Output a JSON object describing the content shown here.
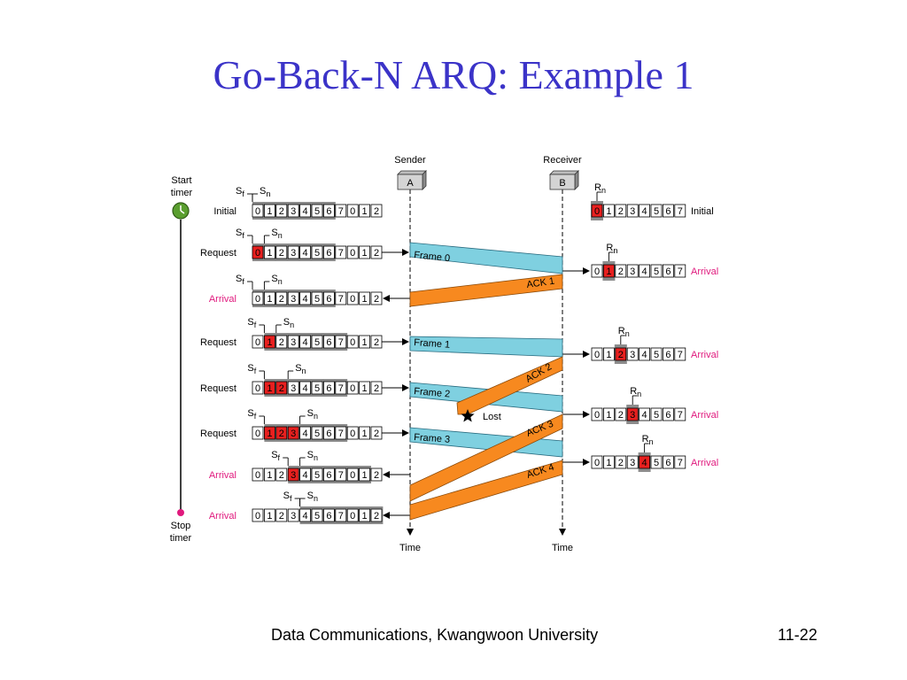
{
  "slide": {
    "title": "Go-Back-N ARQ: Example 1",
    "footer": "Data Communications, Kwangwoon University",
    "page_number": "11-22"
  },
  "diagram": {
    "sender_label": "Sender",
    "receiver_label": "Receiver",
    "sender_station": "A",
    "receiver_station": "B",
    "time_label": "Time",
    "start_timer": [
      "Start",
      "timer"
    ],
    "stop_timer": [
      "Stop",
      "timer"
    ],
    "sf_label": "S",
    "sf_sub": "f",
    "sn_label": "S",
    "sn_sub": "n",
    "rn_label": "R",
    "rn_sub": "n",
    "lost_label": "Lost",
    "sender_sequence": [
      "0",
      "1",
      "2",
      "3",
      "4",
      "5",
      "6",
      "7",
      "0",
      "1",
      "2"
    ],
    "receiver_sequence": [
      "0",
      "1",
      "2",
      "3",
      "4",
      "5",
      "6",
      "7"
    ],
    "sender_rows": [
      {
        "label": "Initial",
        "label_color": "#000000",
        "sf": 0,
        "sn": 0,
        "filled": []
      },
      {
        "label": "Request",
        "label_color": "#000000",
        "sf": 0,
        "sn": 1,
        "filled": [
          0
        ]
      },
      {
        "label": "Arrival",
        "label_color": "#e0197d",
        "sf": 0,
        "sn": 1,
        "filled": []
      },
      {
        "label": "Request",
        "label_color": "#000000",
        "sf": 1,
        "sn": 2,
        "filled": [
          1
        ]
      },
      {
        "label": "Request",
        "label_color": "#000000",
        "sf": 1,
        "sn": 3,
        "filled": [
          1,
          2
        ]
      },
      {
        "label": "Request",
        "label_color": "#000000",
        "sf": 1,
        "sn": 4,
        "filled": [
          1,
          2,
          3
        ]
      },
      {
        "label": "Arrival",
        "label_color": "#e0197d",
        "sf": 3,
        "sn": 4,
        "filled": [
          3
        ]
      },
      {
        "label": "Arrival",
        "label_color": "#e0197d",
        "sf": 4,
        "sn": 4,
        "filled": []
      }
    ],
    "receiver_rows": [
      {
        "label": "Initial",
        "label_color": "#000000",
        "rn": 0
      },
      {
        "label": "Arrival",
        "label_color": "#e0197d",
        "rn": 1
      },
      {
        "label": "Arrival",
        "label_color": "#e0197d",
        "rn": 2
      },
      {
        "label": "Arrival",
        "label_color": "#e0197d",
        "rn": 3
      },
      {
        "label": "Arrival",
        "label_color": "#e0197d",
        "rn": 4
      }
    ],
    "frames": [
      "Frame 0",
      "Frame 1",
      "Frame 2",
      "Frame 3"
    ],
    "acks": [
      "ACK 1",
      "ACK 2",
      "ACK 3",
      "ACK 4"
    ],
    "colors": {
      "title": "#3b33c8",
      "frame_fill": "#7fd0e0",
      "ack_fill": "#f7891f",
      "filled_cell": "#e8201f",
      "window_bar": "#8c8c8c",
      "arrival_label": "#e0197d",
      "timer_green": "#5a9e2f"
    }
  }
}
